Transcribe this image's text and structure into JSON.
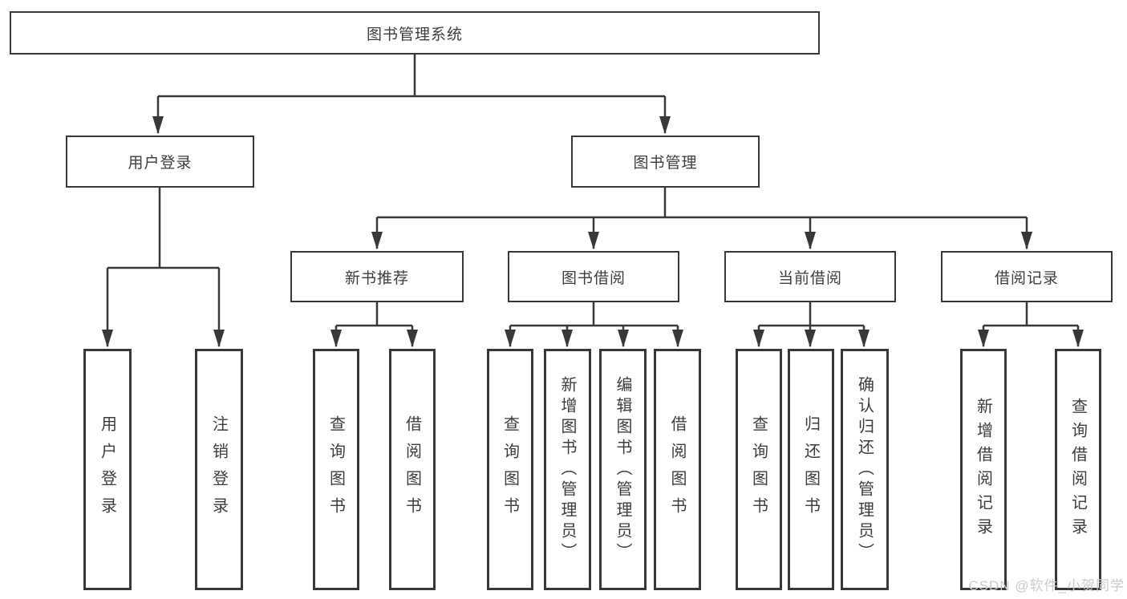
{
  "colors": {
    "line": "#383838",
    "box_border": "#383838",
    "text": "#3d3d3d",
    "watermark": "#c9cbcd",
    "background": "#ffffff"
  },
  "tree": {
    "root": {
      "label": "图书管理系统"
    },
    "branches": [
      {
        "label": "用户登录",
        "children": [
          {
            "label": "用户登录"
          },
          {
            "label": "注销登录"
          }
        ]
      },
      {
        "label": "图书管理",
        "children": [
          {
            "label": "新书推荐",
            "children": [
              {
                "label": "查询图书"
              },
              {
                "label": "借阅图书"
              }
            ]
          },
          {
            "label": "图书借阅",
            "children": [
              {
                "label": "查询图书"
              },
              {
                "label": "新增图书（管理员）"
              },
              {
                "label": "编辑图书（管理员）"
              },
              {
                "label": "借阅图书"
              }
            ]
          },
          {
            "label": "当前借阅",
            "children": [
              {
                "label": "查询图书"
              },
              {
                "label": "归还图书"
              },
              {
                "label": "确认归还（管理员）"
              }
            ]
          },
          {
            "label": "借阅记录",
            "children": [
              {
                "label": "新增借阅记录"
              },
              {
                "label": "查询借阅记录"
              }
            ]
          }
        ]
      }
    ]
  },
  "watermark": {
    "text": "CSDN @软件_小贺同学"
  }
}
